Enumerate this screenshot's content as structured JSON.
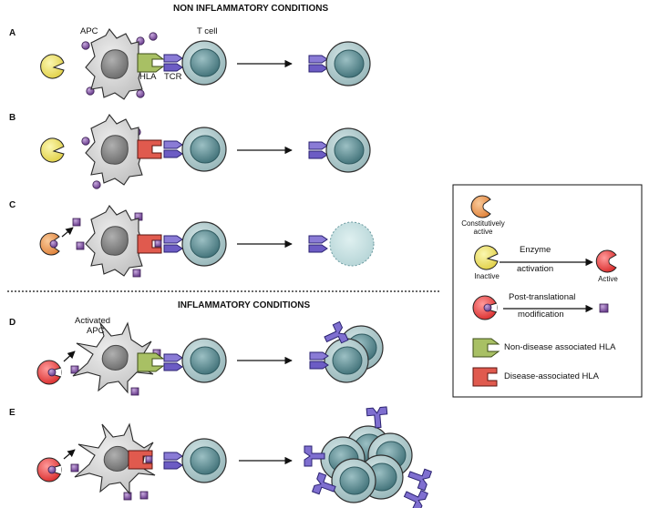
{
  "headers": {
    "non_inflammatory": "NON INFLAMMATORY CONDITIONS",
    "inflammatory": "INFLAMMATORY CONDITIONS"
  },
  "rows": {
    "a": "A",
    "b": "B",
    "c": "C",
    "d": "D",
    "e": "E"
  },
  "labels": {
    "apc": "APC",
    "activated_apc_1": "Activated",
    "activated_apc_2": "APC",
    "t_cell": "T cell",
    "hla": "HLA",
    "tcr": "TCR"
  },
  "legend": {
    "constitutively_1": "Constitutively",
    "constitutively_2": "active",
    "enzyme_1": "Enzyme",
    "enzyme_2": "activation",
    "inactive": "Inactive",
    "active": "Active",
    "ptm_1": "Post-translational",
    "ptm_2": "modification",
    "non_disease_hla": "Non-disease associated HLA",
    "disease_hla": "Disease-associated HLA"
  },
  "colors": {
    "enzyme_inactive": "#ede26a",
    "enzyme_const": "#f0a055",
    "enzyme_active": "#ee4c4c",
    "apc": "#cfcfcf",
    "apc_activated": "#e8e8e8",
    "t_cell": "#a9c6c8",
    "nucleus": "#6e9ea4",
    "tcr": "#7f6fd0",
    "hla_non_disease": "#9db55c",
    "hla_disease": "#e05a4e",
    "peptide": "#8a62a6",
    "line": "#222222"
  }
}
